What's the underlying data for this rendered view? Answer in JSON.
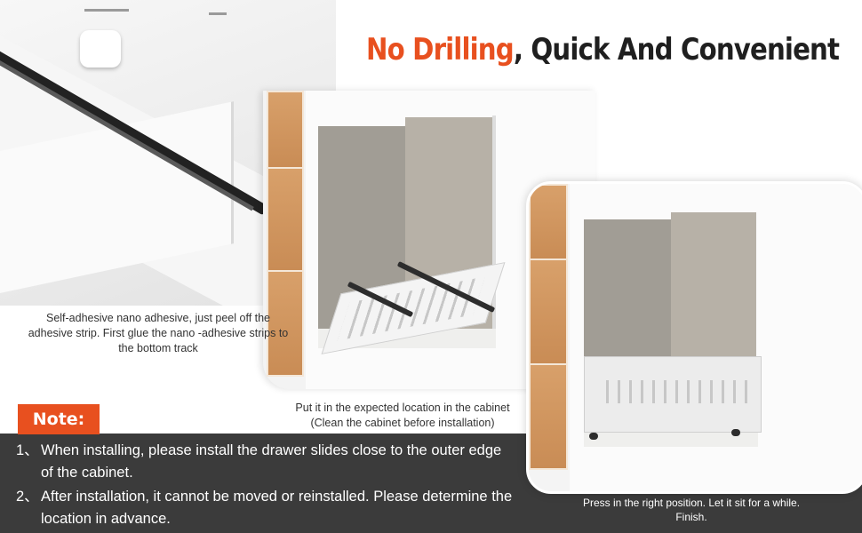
{
  "headline": {
    "accent": "No Drilling",
    "rest": ", Quick And Convenient"
  },
  "captions": {
    "step1": "Self-adhesive nano adhesive, just peel off the adhesive strip. First glue the nano -adhesive strips to the bottom track",
    "step2_line1": "Put it in the expected location in the cabinet",
    "step2_line2": "(Clean the cabinet before installation)",
    "step3_line1": "Press in the right position. Let it sit for a while.",
    "step3_line2": "Finish."
  },
  "note": {
    "label": "Note:",
    "items": [
      {
        "num": "1、",
        "text": "When installing, please install the drawer slides close to the outer edge of the cabinet."
      },
      {
        "num": "2、",
        "text": "After installation, it cannot be moved or reinstalled. Please determine the location in advance."
      }
    ]
  },
  "colors": {
    "accent": "#e8501f",
    "dark_band": "#3b3b3b",
    "headline_text": "#1f1f1f"
  }
}
